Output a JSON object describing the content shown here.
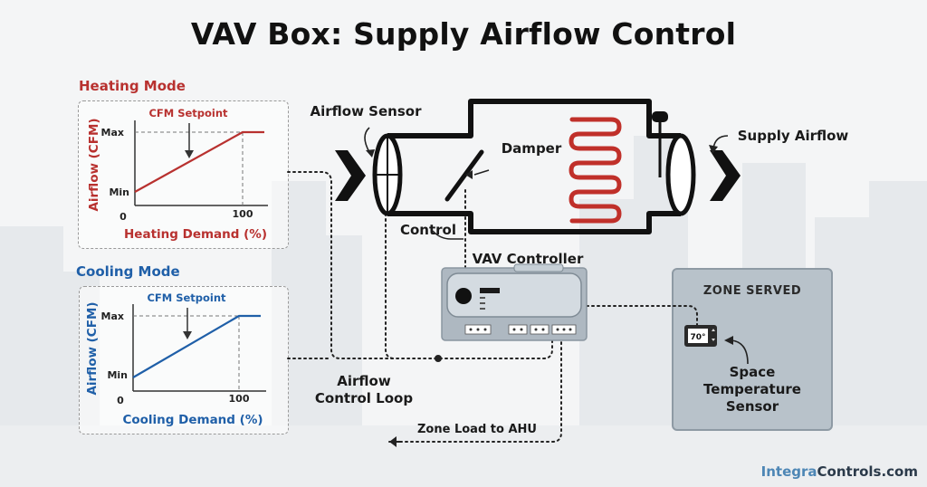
{
  "title": "VAV Box: Supply Airflow Control",
  "heating": {
    "mode_label": "Heating Mode",
    "setpoint_label": "CFM Setpoint",
    "y_axis_label": "Airflow (CFM)",
    "x_axis_label": "Heating Demand (%)",
    "y_max_label": "Max",
    "y_min_label": "Min",
    "x_zero_label": "0",
    "x_hundred_label": "100",
    "color": "#b8312f"
  },
  "cooling": {
    "mode_label": "Cooling Mode",
    "setpoint_label": "CFM Setpoint",
    "y_axis_label": "Airflow (CFM)",
    "x_axis_label": "Cooling Demand (%)",
    "y_max_label": "Max",
    "y_min_label": "Min",
    "x_zero_label": "0",
    "x_hundred_label": "100",
    "color": "#1f5fa8"
  },
  "labels": {
    "airflow_sensor": "Airflow Sensor",
    "damper": "Damper",
    "supply_airflow": "Supply Airflow",
    "control": "Control",
    "vav_controller": "VAV Controller",
    "airflow_control_loop_1": "Airflow",
    "airflow_control_loop_2": "Control Loop",
    "zone_load": "Zone Load to AHU"
  },
  "zone": {
    "title": "ZONE SERVED",
    "thermostat_reading": "70°",
    "sensor_label_1": "Space",
    "sensor_label_2": "Temperature",
    "sensor_label_3": "Sensor"
  },
  "brand": {
    "part1": "Integra",
    "part2": "Controls.com"
  }
}
